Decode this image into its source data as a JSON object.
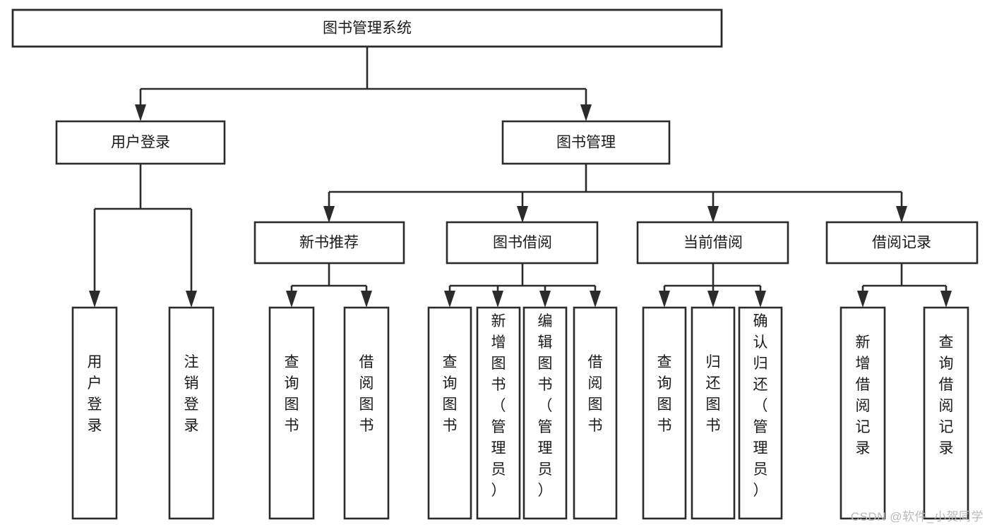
{
  "diagram": {
    "title": "图书管理系统",
    "type": "tree-hierarchy-chart",
    "watermark": "CSDN @软件_小贺同学",
    "colors": {
      "stroke": "#2b2b2b",
      "fill": "#ffffff",
      "text": "#1a1a1a",
      "watermark": "#b9b9b9"
    },
    "root": {
      "label": "图书管理系统"
    },
    "level2": [
      {
        "id": "user-login",
        "label": "用户登录"
      },
      {
        "id": "book-management",
        "label": "图书管理"
      }
    ],
    "level3": [
      {
        "id": "new-book-recommend",
        "label": "新书推荐",
        "parent": "book-management"
      },
      {
        "id": "book-borrow",
        "label": "图书借阅",
        "parent": "book-management"
      },
      {
        "id": "current-borrow",
        "label": "当前借阅",
        "parent": "book-management"
      },
      {
        "id": "borrow-record",
        "label": "借阅记录",
        "parent": "book-management"
      }
    ],
    "leaves": {
      "user-login": [
        {
          "id": "leaf-user-login",
          "label": "用户登录"
        },
        {
          "id": "leaf-logout-login",
          "label": "注销登录"
        }
      ],
      "new-book-recommend": [
        {
          "id": "leaf-query-book-1",
          "label": "查询图书"
        },
        {
          "id": "leaf-borrow-book-1",
          "label": "借阅图书"
        }
      ],
      "book-borrow": [
        {
          "id": "leaf-query-book-2",
          "label": "查询图书"
        },
        {
          "id": "leaf-add-book",
          "label": "新增图书（管理员）"
        },
        {
          "id": "leaf-edit-book",
          "label": "编辑图书（管理员）"
        },
        {
          "id": "leaf-borrow-book-2",
          "label": "借阅图书"
        }
      ],
      "current-borrow": [
        {
          "id": "leaf-query-book-3",
          "label": "查询图书"
        },
        {
          "id": "leaf-return-book",
          "label": "归还图书"
        },
        {
          "id": "leaf-confirm-return",
          "label": "确认归还（管理员）"
        }
      ],
      "borrow-record": [
        {
          "id": "leaf-add-record",
          "label": "新增借阅记录"
        },
        {
          "id": "leaf-query-record",
          "label": "查询借阅记录"
        }
      ]
    }
  }
}
